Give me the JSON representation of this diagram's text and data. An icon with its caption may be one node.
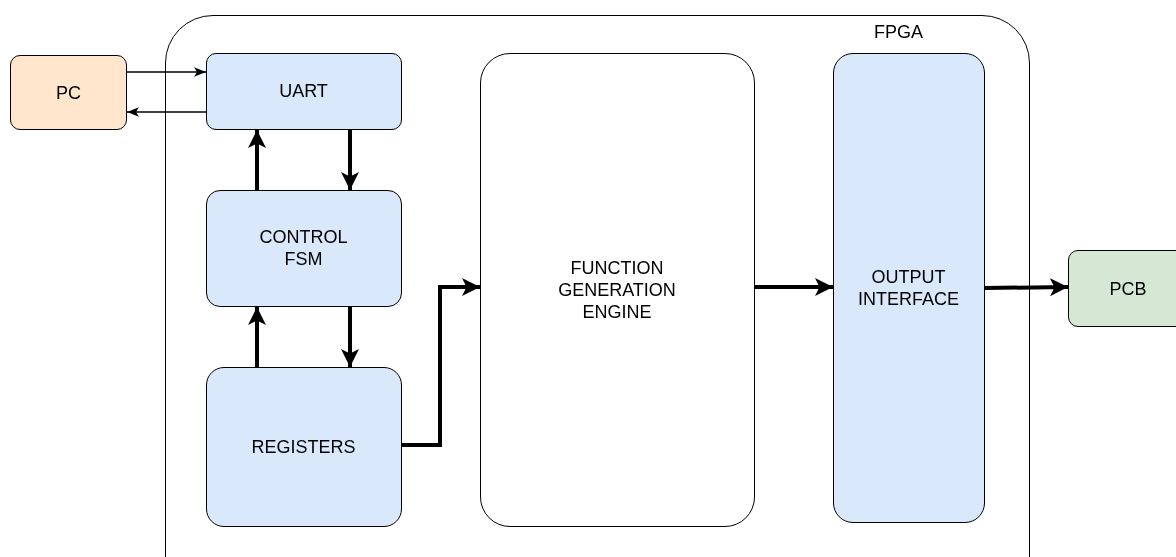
{
  "diagram": {
    "nodes": [
      {
        "text": [
          "FPGA"
        ]
      },
      {
        "text": [
          "PC"
        ]
      },
      {
        "text": [
          "UART"
        ],
        "in": 0
      },
      {
        "text": [
          "CONTROL FSM"
        ],
        "in": 0
      },
      {
        "text": [
          "REGISTERS"
        ],
        "in": 0
      },
      {
        "text": [
          "FUNCTION GENERATION ENGINE"
        ],
        "in": 0
      },
      {
        "text": [
          "OUTPUT INTERFACE"
        ],
        "in": 0
      },
      {
        "text": [
          "PCB"
        ]
      }
    ],
    "edges": [
      {
        "from": 1,
        "to": 2,
        "arrow": "to"
      },
      {
        "from": 2,
        "to": 1,
        "arrow": "to"
      },
      {
        "from": 3,
        "to": 2,
        "arrow": "to"
      },
      {
        "from": 2,
        "to": 3,
        "arrow": "to"
      },
      {
        "from": 4,
        "to": 3,
        "arrow": "to"
      },
      {
        "from": 3,
        "to": 4,
        "arrow": "to"
      },
      {
        "from": 4,
        "to": 5,
        "arrow": "to"
      },
      {
        "from": 5,
        "to": 6,
        "arrow": "to"
      },
      {
        "from": 6,
        "to": 7,
        "arrow": "to"
      }
    ]
  }
}
